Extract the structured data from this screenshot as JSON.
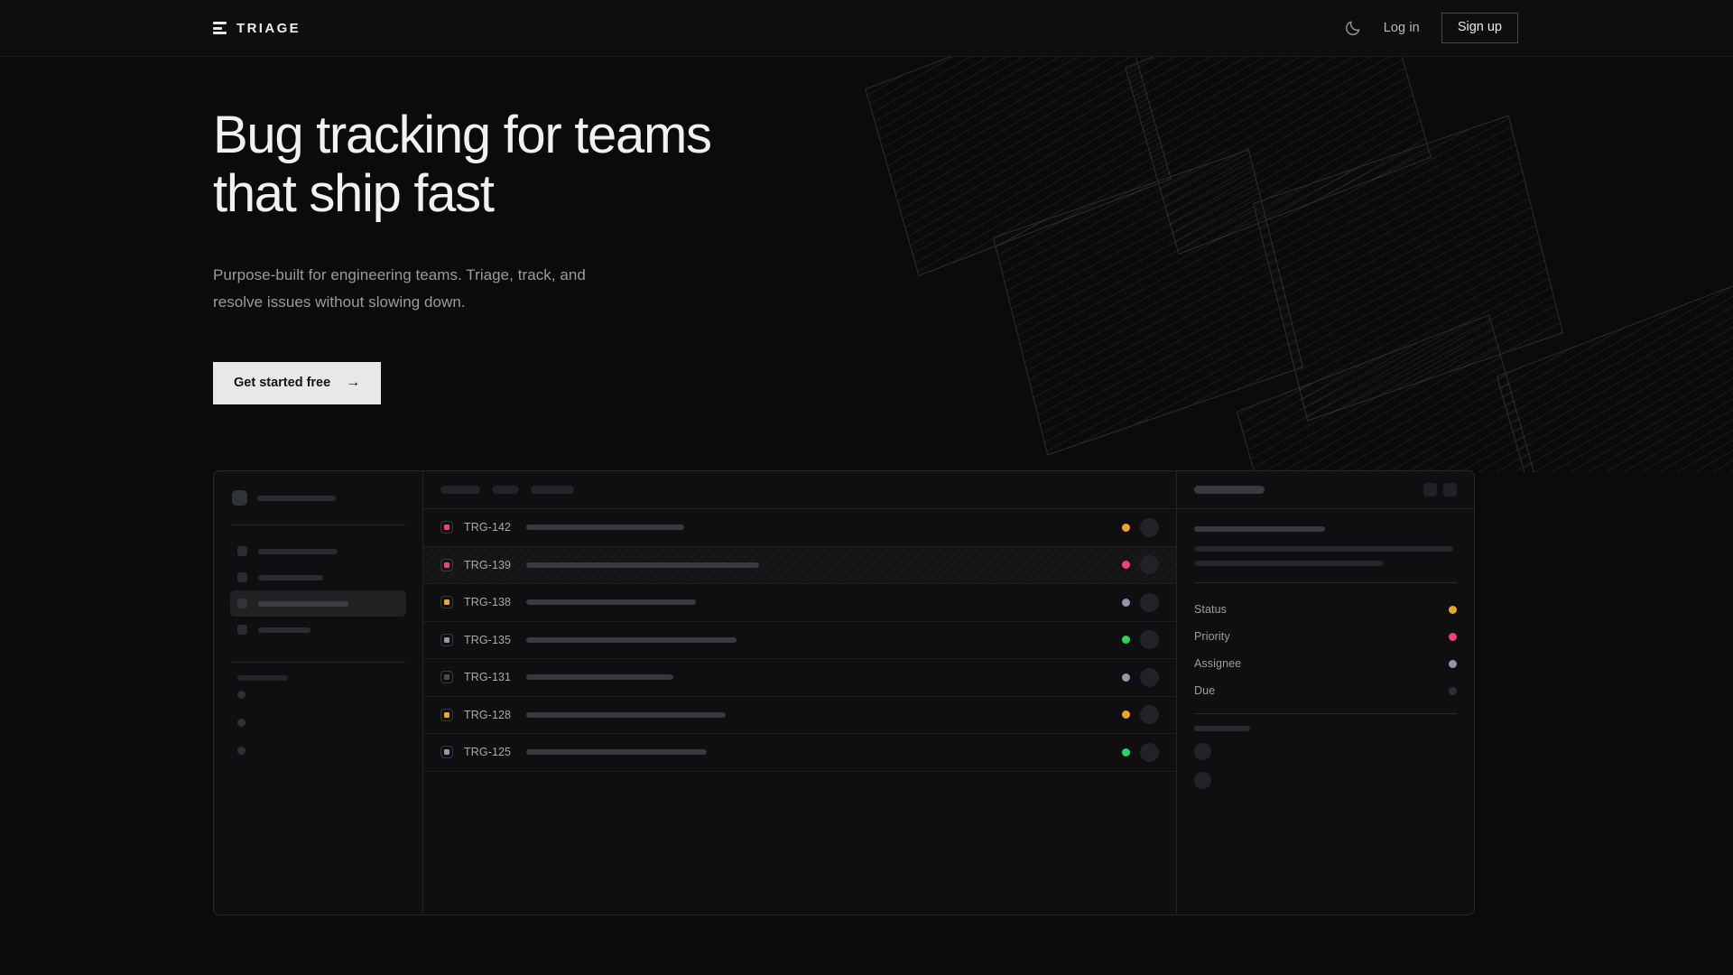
{
  "nav": {
    "brand_name": "TRIAGE",
    "theme_toggle_icon": "moon-icon",
    "login_label": "Log in",
    "signup_label": "Sign up"
  },
  "hero": {
    "heading": "Bug tracking for teams\nthat ship fast",
    "subheading": "Purpose-built for engineering teams. Triage, track, and\nresolve issues without slowing down.",
    "cta_label": "Get started free",
    "cta_arrow": "→"
  },
  "colors": {
    "page_bg": "#0b0b0d",
    "nav_bg": "#0e0e10",
    "accent_amber": "#f0a326",
    "accent_pink": "#f2447a",
    "accent_green": "#22d65f",
    "accent_slate": "#8b99ac",
    "accent_muted": "#3a3a3e",
    "cta_bg": "#e8e8e8",
    "text_primary": "#f2f1f1",
    "text_muted": "#9b9b9e",
    "border": "#28282b"
  },
  "app": {
    "sidebar": {
      "nav_items": [
        {
          "width": 88,
          "active": false
        },
        {
          "width": 72,
          "active": false
        },
        {
          "width": 100,
          "active": true
        },
        {
          "width": 58,
          "active": false
        }
      ],
      "section_label_width": 56,
      "mini_items": 3
    },
    "list": {
      "header_pills": [
        44,
        30,
        48
      ],
      "rows": [
        {
          "id": "TRG-142",
          "priority_color": "#f2447a",
          "status_color": "#f0a326",
          "title_width": 175,
          "selected": false
        },
        {
          "id": "TRG-139",
          "priority_color": "#f2447a",
          "status_color": "#f2447a",
          "title_width": 258,
          "selected": true
        },
        {
          "id": "TRG-138",
          "priority_color": "#f0a326",
          "status_color": "#8b99ac",
          "title_width": 188,
          "selected": false
        },
        {
          "id": "TRG-135",
          "priority_color": "#8b99ac",
          "status_color": "#22d65f",
          "title_width": 233,
          "selected": false
        },
        {
          "id": "TRG-131",
          "priority_color": "#4b4b50",
          "status_color": "#8b99ac",
          "title_width": 163,
          "selected": false
        },
        {
          "id": "TRG-128",
          "priority_color": "#f0a326",
          "status_color": "#f0a326",
          "title_width": 221,
          "selected": false
        },
        {
          "id": "TRG-125",
          "priority_color": "#8b99ac",
          "status_color": "#22d65f",
          "title_width": 200,
          "selected": false
        }
      ]
    },
    "detail": {
      "header_pill_width": 78,
      "icon_buttons": [
        "square-button-1",
        "square-button-2"
      ],
      "title_bar_width": 145,
      "desc_bars": [
        287,
        210
      ],
      "fields": [
        {
          "label": "Status",
          "value_color": "#f0a326"
        },
        {
          "label": "Priority",
          "value_color": "#f2447a"
        },
        {
          "label": "Assignee",
          "value_color": "#8b99ac"
        },
        {
          "label": "Due",
          "value_color": "#2f2f33"
        }
      ],
      "footer_label_width": 62,
      "footer_avatars": 2
    }
  }
}
